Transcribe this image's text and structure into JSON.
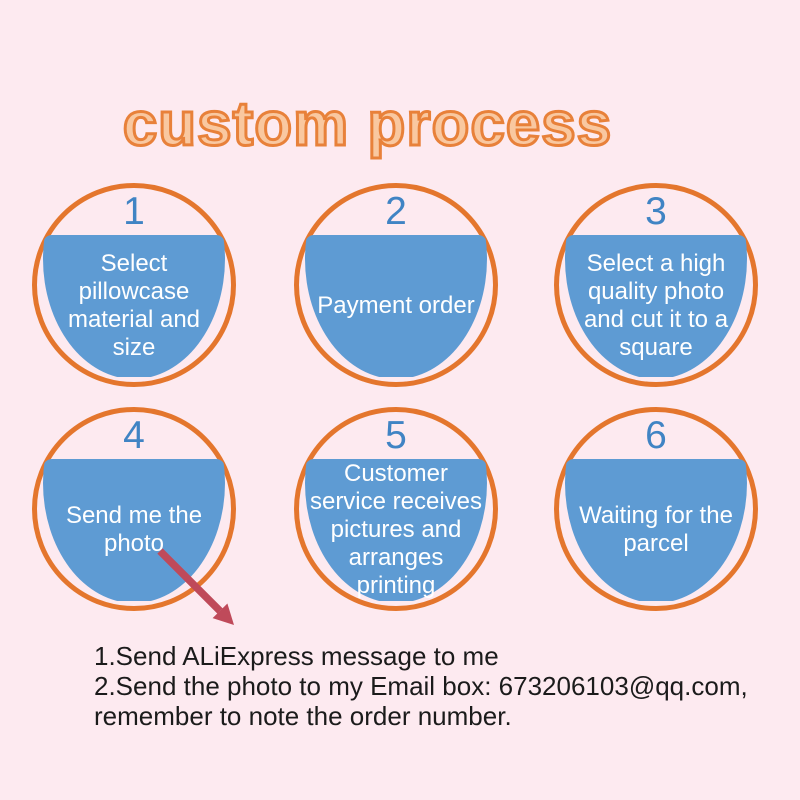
{
  "title": "custom process",
  "steps": [
    {
      "number": "1",
      "label": "Select\npillowcase\nmaterial and\nsize"
    },
    {
      "number": "2",
      "label": "Payment order"
    },
    {
      "number": "3",
      "label": "Select a high\nquality photo\nand cut it to a\nsquare"
    },
    {
      "number": "4",
      "label": "Send me the\nphoto"
    },
    {
      "number": "5",
      "label": "Customer\nservice receives\npictures and\narranges\nprinting"
    },
    {
      "number": "6",
      "label": "Waiting for the\nparcel"
    }
  ],
  "notes": {
    "line1": "1.Send ALiExpress message to me",
    "line2": "2.Send the photo to my Email box: 673206103@qq.com,",
    "line3": "remember to note the order number."
  },
  "icons": {
    "arrow": "arrow-down-right-icon"
  },
  "colors": {
    "background": "#fdeaf0",
    "accent_orange": "#e4762d",
    "title_fill": "#f9c8a0",
    "title_outline": "#e8813a",
    "step_blue": "#5e9bd3",
    "number_blue": "#4084c4",
    "label_text": "#ffffff",
    "arrow_red": "#bf4a5a",
    "note_text": "#1b1b1b"
  }
}
